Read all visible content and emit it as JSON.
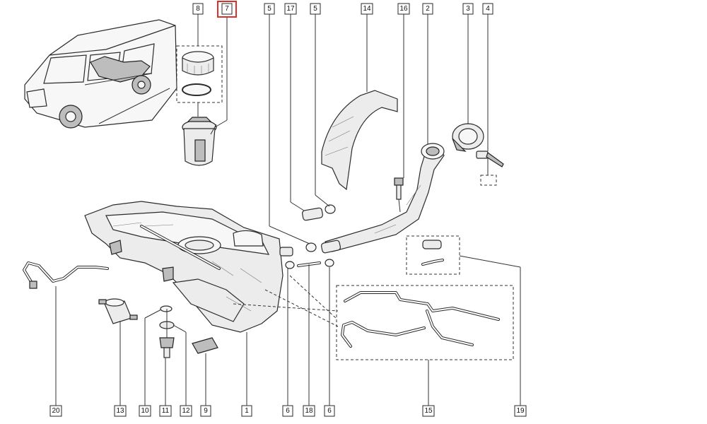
{
  "diagram": {
    "callouts": {
      "c8": "8",
      "c7": "7",
      "c5a": "5",
      "c17": "17",
      "c5b": "5",
      "c14": "14",
      "c16": "16",
      "c2": "2",
      "c3": "3",
      "c4": "4",
      "c20": "20",
      "c13": "13",
      "c10": "10",
      "c11": "11",
      "c12": "12",
      "c9": "9",
      "c1": "1",
      "c6a": "6",
      "c18": "18",
      "c6b": "6",
      "c15": "15",
      "c19": "19"
    },
    "highlight_color": "#d9312b",
    "line_color": "#2a2a2a"
  }
}
